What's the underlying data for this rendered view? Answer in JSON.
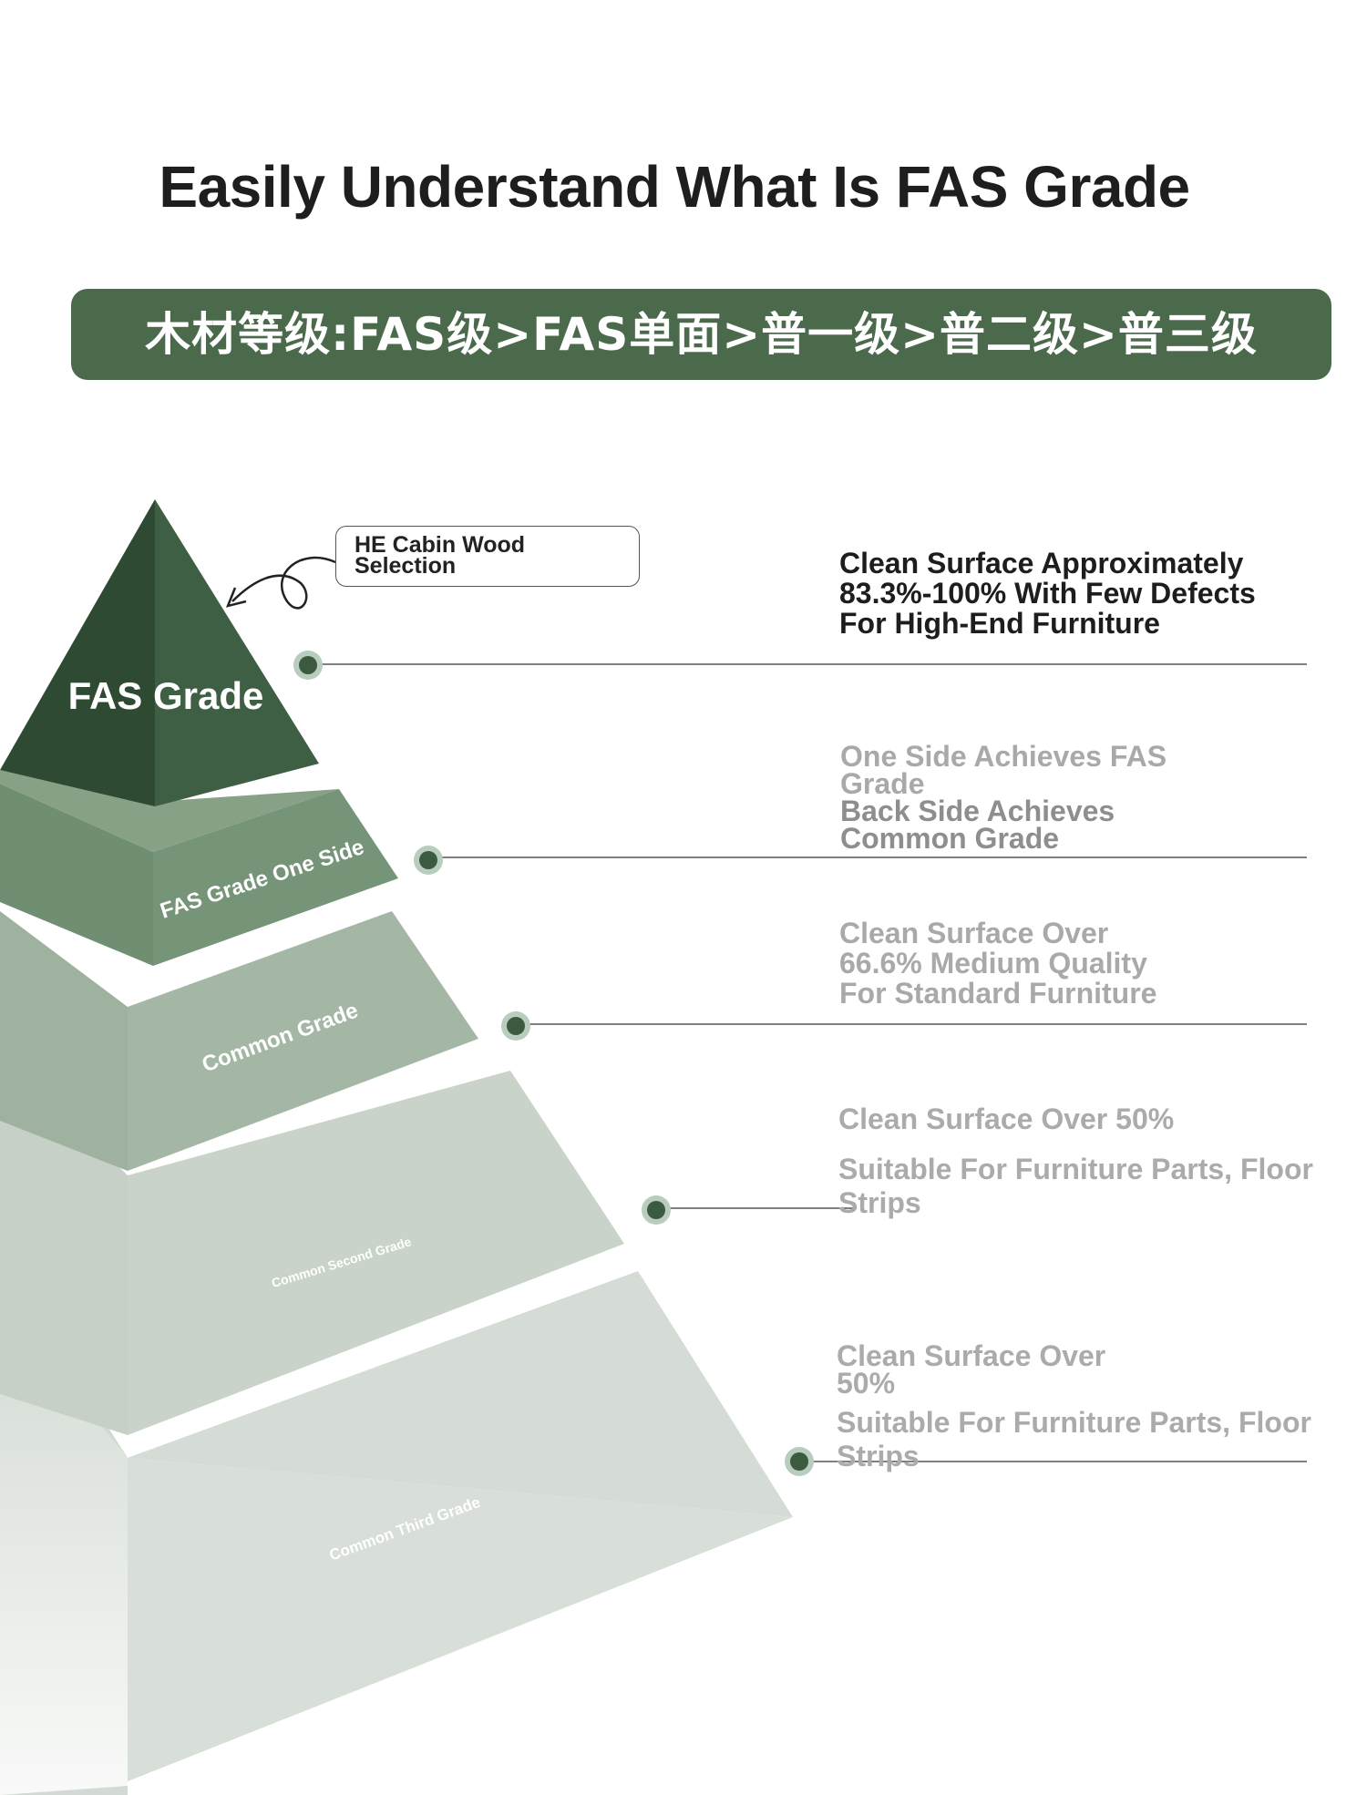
{
  "title": "Easily Understand What Is FAS Grade",
  "banner": "木材等级:FAS级>FAS单面>普一级>普二级>普三级",
  "callout": {
    "line1": "HE Cabin Wood",
    "line2": "Selection"
  },
  "tiers": [
    {
      "label": "FAS Grade",
      "desc": [
        "Clean Surface Approximately",
        "83.3%-100% With Few Defects",
        "For High-End Furniture"
      ]
    },
    {
      "label": "FAS Grade One Side",
      "desc": [
        "One Side Achieves FAS",
        "Grade",
        "Back Side Achieves",
        "Common Grade"
      ]
    },
    {
      "label": "Common Grade",
      "desc": [
        "Clean Surface Over",
        "66.6% Medium Quality",
        "For Standard Furniture"
      ]
    },
    {
      "label": "Common Second Grade",
      "desc": [
        "Clean Surface Over 50%",
        "Suitable For Furniture Parts, Floor Strips"
      ]
    },
    {
      "label": "Common Third Grade",
      "desc": [
        "Clean Surface Over",
        "50%",
        "Suitable For Furniture Parts, Floor Strips"
      ]
    }
  ],
  "colors": {
    "banner": "#4a6a4b",
    "tier1": "#34513a",
    "tier2": "#6b8a6d",
    "tier3": "#9db29d",
    "tier4": "#c6d1c6",
    "tier5": "#d5dbd5",
    "dot": "#3b5a40"
  }
}
